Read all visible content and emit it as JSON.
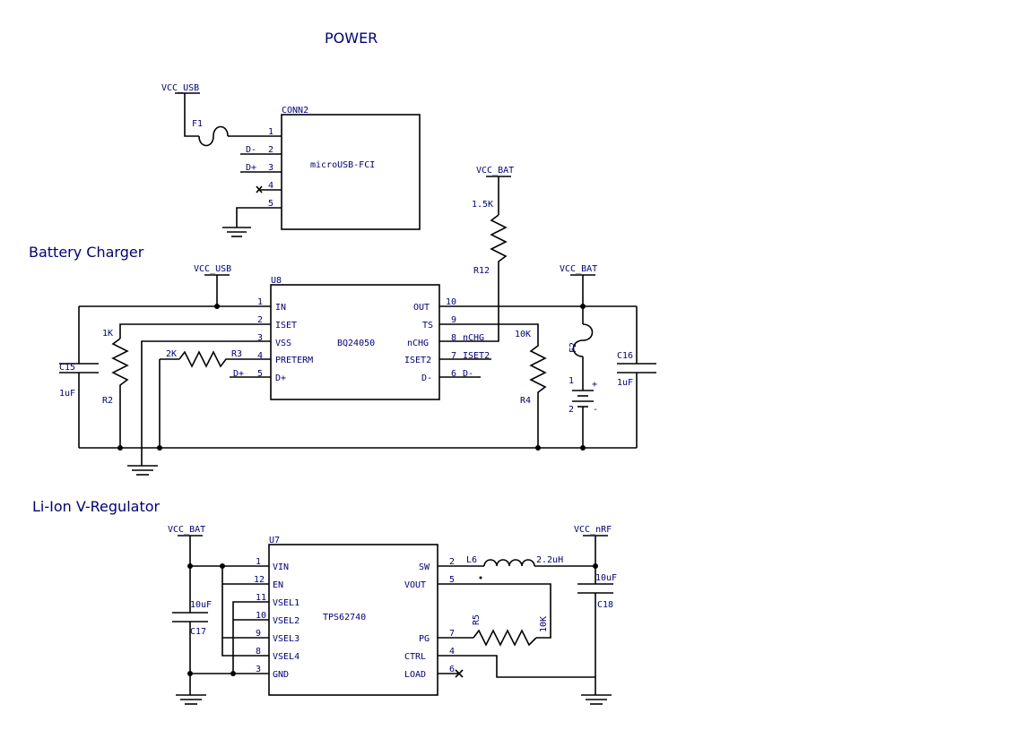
{
  "titles": {
    "power": "POWER",
    "charger": "Battery Charger",
    "regulator": "Li-Ion V-Regulator"
  },
  "power": {
    "vcc_usb": "VCC_USB",
    "fuse": "F1",
    "conn_ref": "CONN2",
    "conn_part": "microUSB-FCI",
    "pins": [
      "1",
      "2",
      "3",
      "4",
      "5"
    ],
    "nets": [
      "D-",
      "D+"
    ]
  },
  "charger": {
    "vcc_usb": "VCC_USB",
    "vcc_bat_r12": "VCC_BAT",
    "vcc_bat_right": "VCC_BAT",
    "r12_value": "1.5K",
    "r12_ref": "R12",
    "ic_ref": "U8",
    "ic_part": "BQ24050",
    "left_pins": [
      {
        "num": "1",
        "name": "IN"
      },
      {
        "num": "2",
        "name": "ISET"
      },
      {
        "num": "3",
        "name": "VSS"
      },
      {
        "num": "4",
        "name": "PRETERM"
      },
      {
        "num": "5",
        "name": "D+"
      }
    ],
    "right_pins": [
      {
        "num": "10",
        "name": "OUT"
      },
      {
        "num": "9",
        "name": "TS"
      },
      {
        "num": "8",
        "name": "nCHG"
      },
      {
        "num": "7",
        "name": "ISET2"
      },
      {
        "num": "6",
        "name": "D-"
      }
    ],
    "ext_labels": {
      "d_plus": "D+",
      "nchg": "nCHG",
      "iset2": "ISET2",
      "d_minus": "D-"
    },
    "r2_value": "1K",
    "r2_ref": "R2",
    "r3_value": "2K",
    "r3_ref": "R3",
    "r4_value": "10K",
    "r4_ref": "R4",
    "c15_ref": "C15",
    "c15_value": "1uF",
    "c16_ref": "C16",
    "c16_value": "1uF",
    "f2_ref": "F2",
    "bat_pin1": "1",
    "bat_pin2": "2",
    "bat_plus": "+",
    "bat_minus": "-"
  },
  "regulator": {
    "vcc_bat": "VCC_BAT",
    "vcc_nrf": "VCC_nRF",
    "ic_ref": "U7",
    "ic_part": "TPS62740",
    "left_pins": [
      {
        "num": "1",
        "name": "VIN"
      },
      {
        "num": "12",
        "name": "EN"
      },
      {
        "num": "11",
        "name": "VSEL1"
      },
      {
        "num": "10",
        "name": "VSEL2"
      },
      {
        "num": "9",
        "name": "VSEL3"
      },
      {
        "num": "8",
        "name": "VSEL4"
      },
      {
        "num": "3",
        "name": "GND"
      }
    ],
    "right_pins": [
      {
        "num": "2",
        "name": "SW"
      },
      {
        "num": "5",
        "name": "VOUT"
      },
      {
        "num": "7",
        "name": "PG"
      },
      {
        "num": "4",
        "name": "CTRL"
      },
      {
        "num": "6",
        "name": "LOAD"
      }
    ],
    "l6_ref": "L6",
    "l6_value": "2.2uH",
    "r5_ref": "R5",
    "r5_value": "10K",
    "c17_value": "10uF",
    "c17_ref": "C17",
    "c18_value": "10uF",
    "c18_ref": "C18"
  }
}
